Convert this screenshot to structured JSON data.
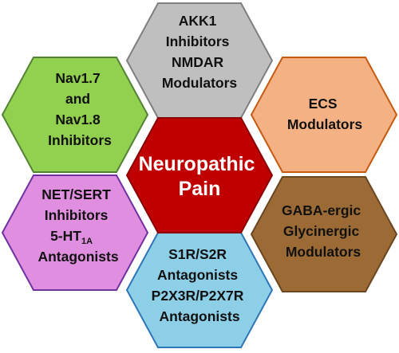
{
  "center": {
    "line1": "Neuropathic",
    "line2": "Pain",
    "fill": "#c00000",
    "stroke": "#8b0000"
  },
  "hexagons": [
    {
      "id": "top",
      "lines": [
        "AKK1",
        "Inhibitors",
        "NMDAR",
        "Modulators"
      ],
      "fill": "#bfbfbf",
      "stroke": "#7f7f7f"
    },
    {
      "id": "upper-left",
      "lines": [
        "Nav1.7",
        "and",
        "Nav1.8",
        "Inhibitors"
      ],
      "fill": "#92d050",
      "stroke": "#548235"
    },
    {
      "id": "upper-right",
      "lines": [
        "ECS",
        "Modulators"
      ],
      "fill": "#f4b183",
      "stroke": "#c55a11"
    },
    {
      "id": "lower-left",
      "lines": [
        "NET/SERT",
        "Inhibitors",
        "5-HT",
        "Antagonists"
      ],
      "subscript": "1A",
      "fill": "#e08fe0",
      "stroke": "#7030a0"
    },
    {
      "id": "lower-right",
      "lines": [
        "GABA-ergic",
        "Glycinergic",
        "Modulators"
      ],
      "fill": "#9c6b35",
      "stroke": "#6b4520"
    },
    {
      "id": "bottom",
      "lines": [
        "S1R/S2R",
        "Antagonists",
        "P2X3R/P2X7R",
        "Antagonists"
      ],
      "fill": "#8ecfe8",
      "stroke": "#2e75b6"
    }
  ]
}
